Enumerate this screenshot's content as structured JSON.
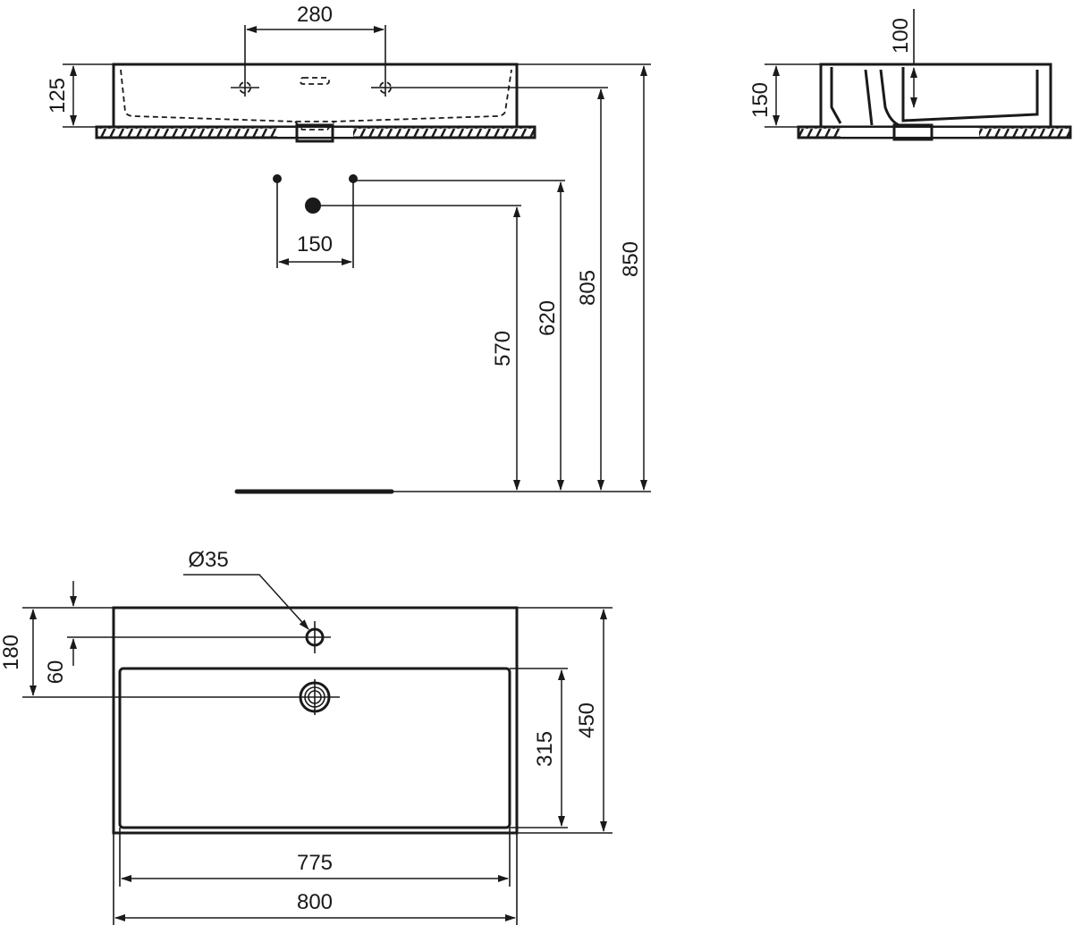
{
  "title": "Washbasin 800 technical drawing",
  "front_view": {
    "tap_spacing": "280",
    "basin_height": "125",
    "tap_hole_spacing_wall": "150",
    "waste_height": "570",
    "supply_height": "620",
    "tap_height": "805",
    "rim_height": "850"
  },
  "side_view": {
    "height": "150",
    "bowl_depth": "100"
  },
  "plan_view": {
    "tap_hole_diameter": "Ø35",
    "drain_offset": "180",
    "tap_offset": "60",
    "bowl_depth": "315",
    "overall_depth": "450",
    "bowl_width": "775",
    "overall_width": "800"
  },
  "colors": {
    "line": "#1a1a1a",
    "background": "#ffffff"
  }
}
